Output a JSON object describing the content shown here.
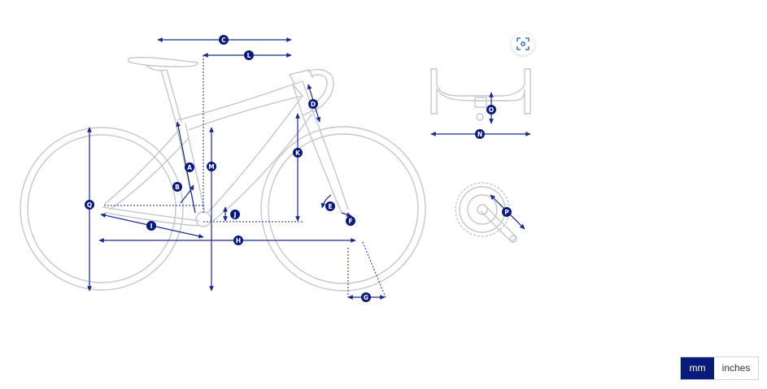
{
  "labels": {
    "A": "A",
    "B": "B",
    "C": "C",
    "D": "D",
    "E": "E",
    "F": "F",
    "G": "G",
    "H": "H",
    "I": "I",
    "J": "J",
    "K": "K",
    "L": "L",
    "M": "M",
    "N": "N",
    "O": "O",
    "P": "P",
    "Q": "Q"
  },
  "units": {
    "mm": "mm",
    "inches": "inches",
    "selected": "mm"
  },
  "colors": {
    "accent": "#0a1a7a",
    "line": "#c4c7cc",
    "measure": "#1b2a8a"
  },
  "zoom": {
    "icon": "expand-icon"
  }
}
